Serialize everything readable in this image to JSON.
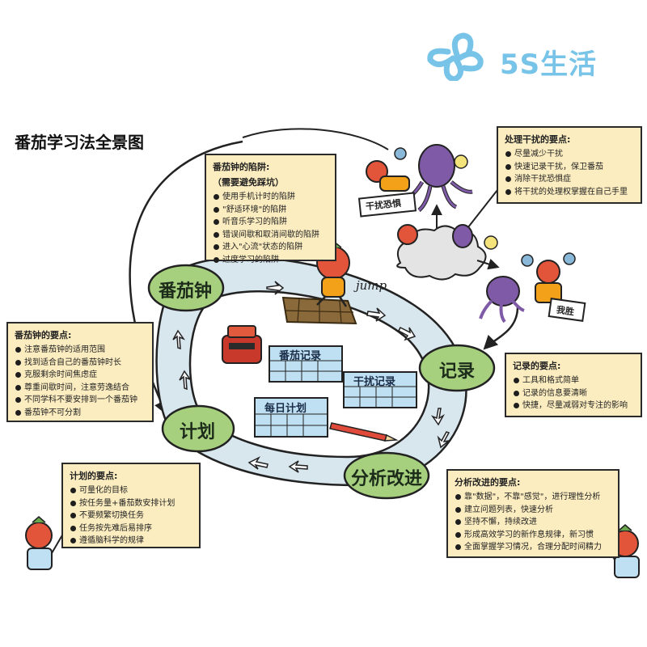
{
  "logo": {
    "text": "5S生活",
    "icon": "flower-logo-icon",
    "color": "#78c4e8"
  },
  "title": "番茄学习法全景图",
  "stages": {
    "tomato": "番茄钟",
    "record": "记录",
    "analyze": "分析改进",
    "plan": "计划"
  },
  "tables": {
    "tomato_record": "番茄记录",
    "interrupt_record": "干扰记录",
    "daily_plan": "每日计划"
  },
  "signs": {
    "interrupt_fear": "干扰恐惧",
    "win": "我胜"
  },
  "jump_text": "jump",
  "notes": {
    "traps": {
      "title": "番茄钟的陷阱:",
      "subtitle": "（需要避免踩坑）",
      "items": [
        "使用手机计时的陷阱",
        "\"舒适环境\"的陷阱",
        "听音乐学习的陷阱",
        "错误间歇和取消间歇的陷阱",
        "进入\"心流\"状态的陷阱",
        "过度学习的陷阱"
      ]
    },
    "interrupt": {
      "title": "处理干扰的要点:",
      "items": [
        "尽量减少干扰",
        "快速记录干扰，保卫番茄",
        "消除干扰恐惧症",
        "将干扰的处理权掌握在自己手里"
      ]
    },
    "tomato": {
      "title": "番茄钟的要点:",
      "items": [
        "注意番茄钟的适用范围",
        "找到适合自己的番茄钟时长",
        "克服剩余时间焦虑症",
        "尊重间歇时间，注意劳逸结合",
        "不同学科不要安排到一个番茄钟",
        "番茄钟不可分割"
      ]
    },
    "record": {
      "title": "记录的要点:",
      "items": [
        "工具和格式简单",
        "记录的信息要清晰",
        "快捷，尽量减弱对专注的影响"
      ]
    },
    "plan": {
      "title": "计划的要点:",
      "items": [
        "可量化的目标",
        "按任务量+番茄数安排计划",
        "不要频繁切换任务",
        "任务按先难后易排序",
        "遵循脑科学的规律"
      ]
    },
    "analyze": {
      "title": "分析改进的要点:",
      "items": [
        "靠\"数据\"，不靠\"感觉\"，进行理性分析",
        "建立问题列表，快速分析",
        "坚持不懈，持续改进",
        "形成高效学习的新作息规律，新习惯",
        "全面掌握学习情况，合理分配时间精力"
      ]
    }
  },
  "colors": {
    "note_bg": "#fcedc0",
    "track": "#d8e6ee",
    "stage_circle": "#a6d07e",
    "tomato": "#e2553a",
    "octopus": "#7f5aa6"
  }
}
